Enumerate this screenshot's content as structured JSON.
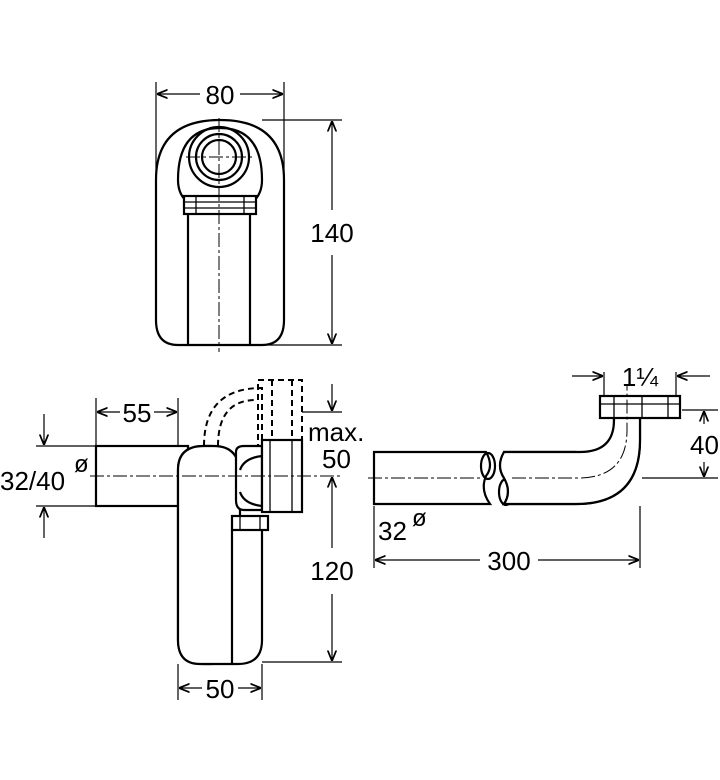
{
  "dimensions": {
    "top_width": "80",
    "top_height": "140",
    "inlet_length": "55",
    "inlet_diameter": "32/40",
    "max_label": "max.",
    "max_value": "50",
    "drop_height": "120",
    "base_width": "50",
    "thread_size": "1¼",
    "thread_height": "40",
    "pipe_diameter": "32",
    "pipe_length": "300"
  },
  "symbols": {
    "diameter": "ø"
  }
}
